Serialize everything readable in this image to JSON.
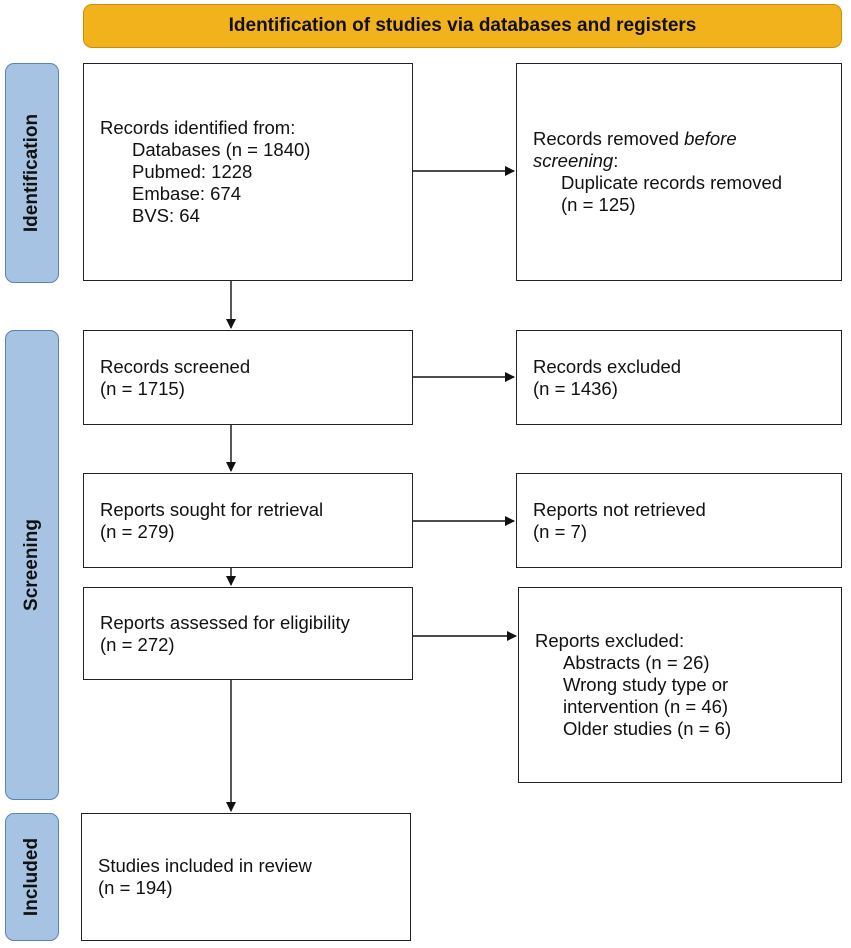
{
  "header": {
    "title": "Identification of studies via databases and registers"
  },
  "phases": {
    "identification": "Identification",
    "screening": "Screening",
    "included": "Included"
  },
  "boxes": {
    "records_identified": {
      "title": "Records identified from:",
      "databases": "Databases (n = 1840)",
      "pubmed": "Pubmed: 1228",
      "embase": "Embase: 674",
      "bvs": "BVS: 64"
    },
    "records_removed": {
      "title_pre": "Records removed ",
      "title_italic": "before",
      "title_italic2": "screening",
      "title_post": ":",
      "line1": "Duplicate records removed",
      "line2": "(n = 125)"
    },
    "records_screened": {
      "title": "Records screened",
      "n": "(n = 1715)"
    },
    "records_excluded": {
      "title": "Records excluded",
      "n": "(n = 1436)"
    },
    "reports_sought": {
      "title": "Reports sought for retrieval",
      "n": "(n = 279)"
    },
    "reports_not_retrieved": {
      "title": "Reports not retrieved",
      "n": "(n = 7)"
    },
    "reports_assessed": {
      "title": "Reports assessed for eligibility",
      "n": "(n = 272)"
    },
    "reports_excluded": {
      "title": "Reports excluded:",
      "abstracts": "Abstracts (n = 26)",
      "wrong1": "Wrong study type or",
      "wrong2": "intervention (n = 46)",
      "older": "Older studies (n = 6)"
    },
    "studies_included": {
      "title": "Studies included in review",
      "n": "(n = 194)"
    }
  }
}
